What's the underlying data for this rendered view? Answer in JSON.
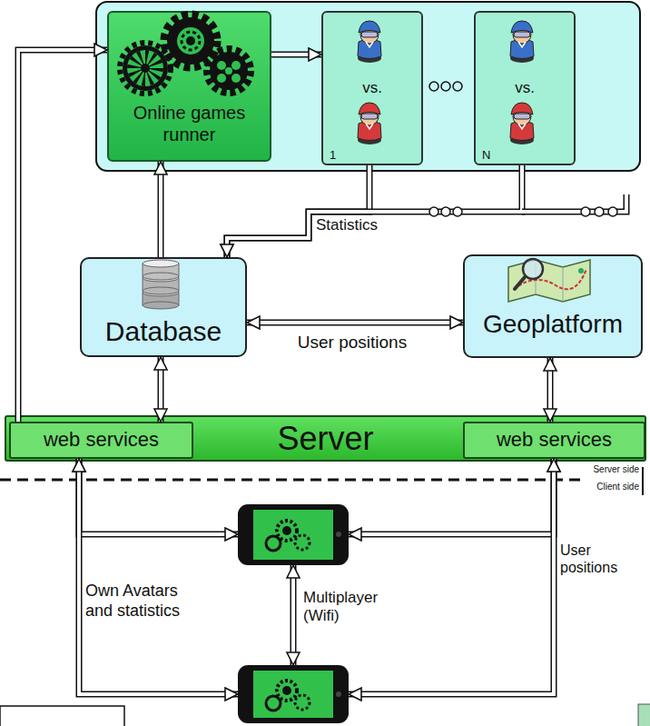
{
  "diagram": {
    "nodes": [
      {
        "text": [
          "Online games runner"
        ]
      },
      {
        "text": [
          "vs.",
          "1"
        ]
      },
      {
        "text": [
          "vs.",
          "N"
        ]
      },
      {
        "text": [
          "Database"
        ]
      },
      {
        "text": [
          "Geoplatform"
        ]
      },
      {
        "text": [
          "Server"
        ]
      },
      {
        "text": [
          "web services"
        ],
        "in": 5
      },
      {
        "text": [
          "web services"
        ],
        "in": 5
      },
      {
        "text": []
      },
      {
        "text": []
      }
    ],
    "edges": [
      {
        "from": 0,
        "to": 1,
        "arrow": "to"
      },
      {
        "from": 1,
        "to": 3,
        "arrow": "to",
        "label": "Statistics"
      },
      {
        "from": 2,
        "to": 3,
        "arrow": "to"
      },
      {
        "from": 3,
        "to": 4,
        "arrow": "both",
        "label": "User positions"
      },
      {
        "from": 3,
        "to": 0,
        "arrow": "to"
      },
      {
        "from": 6,
        "to": 0,
        "arrow": "to"
      },
      {
        "from": 3,
        "to": 6,
        "arrow": "both"
      },
      {
        "from": 4,
        "to": 7,
        "arrow": "both"
      },
      {
        "from": 6,
        "to": 8,
        "arrow": "both",
        "label": "Own Avatars and statistics"
      },
      {
        "from": 6,
        "to": 9,
        "arrow": "both"
      },
      {
        "from": 7,
        "to": 8,
        "arrow": "both",
        "label": "User positions"
      },
      {
        "from": 7,
        "to": 9,
        "arrow": "both"
      },
      {
        "from": 8,
        "to": 9,
        "arrow": "both",
        "label": "Multiplayer (Wifi)"
      }
    ],
    "labels": [
      "Server side",
      "Client side"
    ]
  }
}
